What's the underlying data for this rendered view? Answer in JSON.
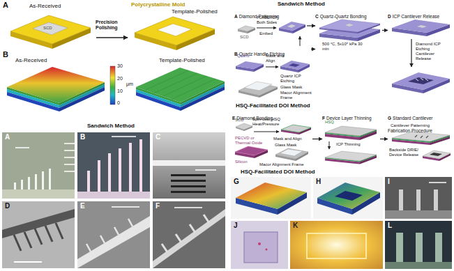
{
  "diagram": {
    "nodes": [
      {
        "text": [
          "A",
          "Diamond Patterning"
        ]
      },
      {
        "text": [
          "B",
          "Quartz Handle Etching"
        ]
      },
      {
        "text": [
          "C",
          "Quartz-Quartz Bonding"
        ]
      },
      {
        "text": [
          "D",
          "ICP Cantilever Release"
        ]
      },
      {
        "text": [
          "E",
          "Diamond Bonding"
        ]
      },
      {
        "text": [
          "F",
          "Device Layer Thinning"
        ]
      },
      {
        "text": [
          "G",
          "Standard Cantilever Fabrication Procedure"
        ]
      },
      {
        "text": [
          "A"
        ]
      },
      {
        "text": [
          "B"
        ]
      },
      {
        "text": [
          "C"
        ]
      },
      {
        "text": [
          "D"
        ]
      },
      {
        "text": [
          "E"
        ]
      },
      {
        "text": [
          "F"
        ]
      },
      {
        "text": [
          "G"
        ]
      },
      {
        "text": [
          "H"
        ]
      },
      {
        "text": [
          "I"
        ]
      },
      {
        "text": [
          "J"
        ]
      },
      {
        "text": [
          "K"
        ]
      },
      {
        "text": [
          "L"
        ]
      }
    ],
    "edges": [
      {
        "from": 0,
        "to": 2,
        "arrow": "to"
      },
      {
        "from": 1,
        "to": 2,
        "arrow": "to"
      },
      {
        "from": 2,
        "to": 3,
        "arrow": "to"
      },
      {
        "from": 4,
        "to": 5,
        "arrow": "to"
      },
      {
        "from": 5,
        "to": 6,
        "arrow": "to"
      }
    ],
    "labels": [
      "A",
      "As-Received",
      "SCD",
      "Polycrystalline Mold",
      "Precision Polishing",
      "Template-Polished",
      "B",
      "As-Received",
      "30",
      "20",
      "10",
      "0",
      "μm",
      "Template-Polished",
      "Sandwich Method",
      "Sandwich Method",
      "PL/IBE/ICP Both Sides",
      "SCD",
      "Embed",
      "Quartz",
      "Mask and Align",
      "Quartz ICP Etching",
      "Glass Mask",
      "Macor Alignment Frame",
      "500 °C, 5x10⁶ kPa 30 min",
      "Diamond ICP Etching Cantilever Release",
      "HSQ-Facilitated DOI Method",
      "SCD",
      "Spin-coat HSQ Heat/Pressure",
      "HSQ",
      "PECVD or Thermal Oxide",
      "Silicon",
      "Mask and Align",
      "ICP Thinning",
      "Glass Mask",
      "Macor Alignment Frame",
      "Cantilever Patterning",
      "Backside DRIE/ Device Release",
      "HSQ-Facilitated DOI Method"
    ]
  }
}
